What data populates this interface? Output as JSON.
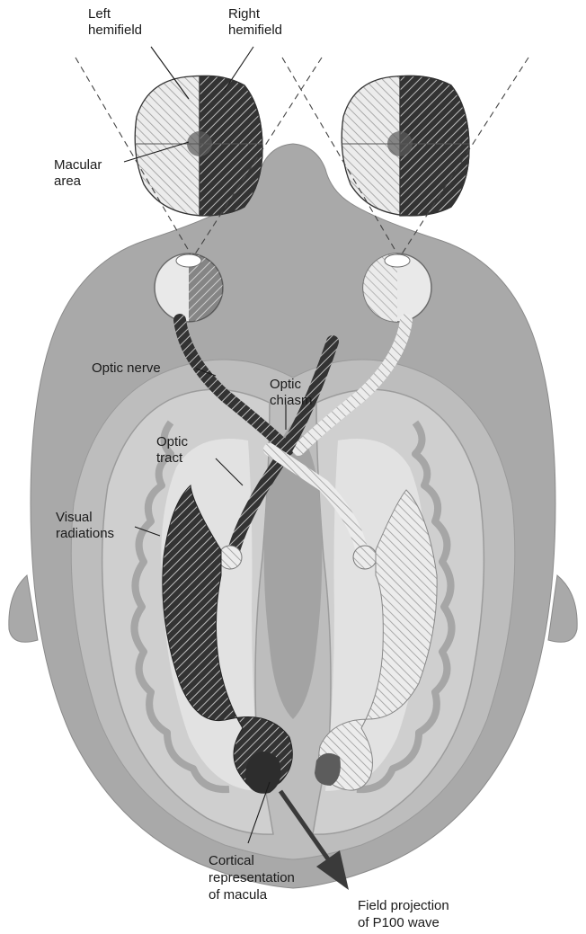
{
  "labels": {
    "left_hemifield": [
      "Left",
      "hemifield"
    ],
    "right_hemifield": [
      "Right",
      "hemifield"
    ],
    "macular_area": [
      "Macular",
      "area"
    ],
    "optic_nerve": "Optic nerve",
    "optic_chiasm": [
      "Optic",
      "chiasm"
    ],
    "optic_tract": [
      "Optic",
      "tract"
    ],
    "visual_radiations": [
      "Visual",
      "radiations"
    ],
    "cortical_representation": [
      "Cortical",
      "representation",
      "of macula"
    ],
    "field_projection": [
      "Field projection",
      "of P100 wave"
    ]
  },
  "colors": {
    "head": "#a9a9a9",
    "head_outline": "#8a8a8a",
    "brain_outer": "#bdbdbd",
    "cortex": "#cfcfcf",
    "white_matter": "#e2e2e2",
    "ventricle": "#9f9f9f",
    "dark_hatch_bg": "#3a3a3a",
    "light_hatch_bg": "#e6e6e6",
    "arrow": "#3a3a3a"
  }
}
